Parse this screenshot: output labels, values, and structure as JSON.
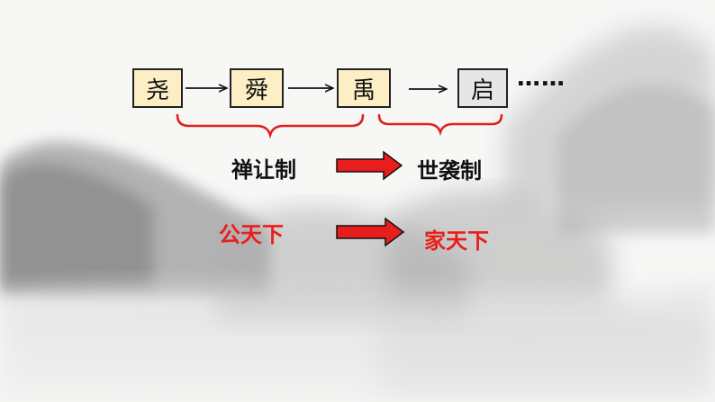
{
  "slide": {
    "rulers": [
      "尧",
      "舜",
      "禹",
      "启"
    ],
    "ellipsis": "……",
    "abdication_label": "禅让制",
    "hereditary_label": "世袭制",
    "public_label": "公天下",
    "family_label": "家天下",
    "colors": {
      "red": "#ea1d1d",
      "box_yellow": "#fcefc6",
      "box_gray": "#e6e6e6",
      "brace": "#e02020"
    }
  }
}
